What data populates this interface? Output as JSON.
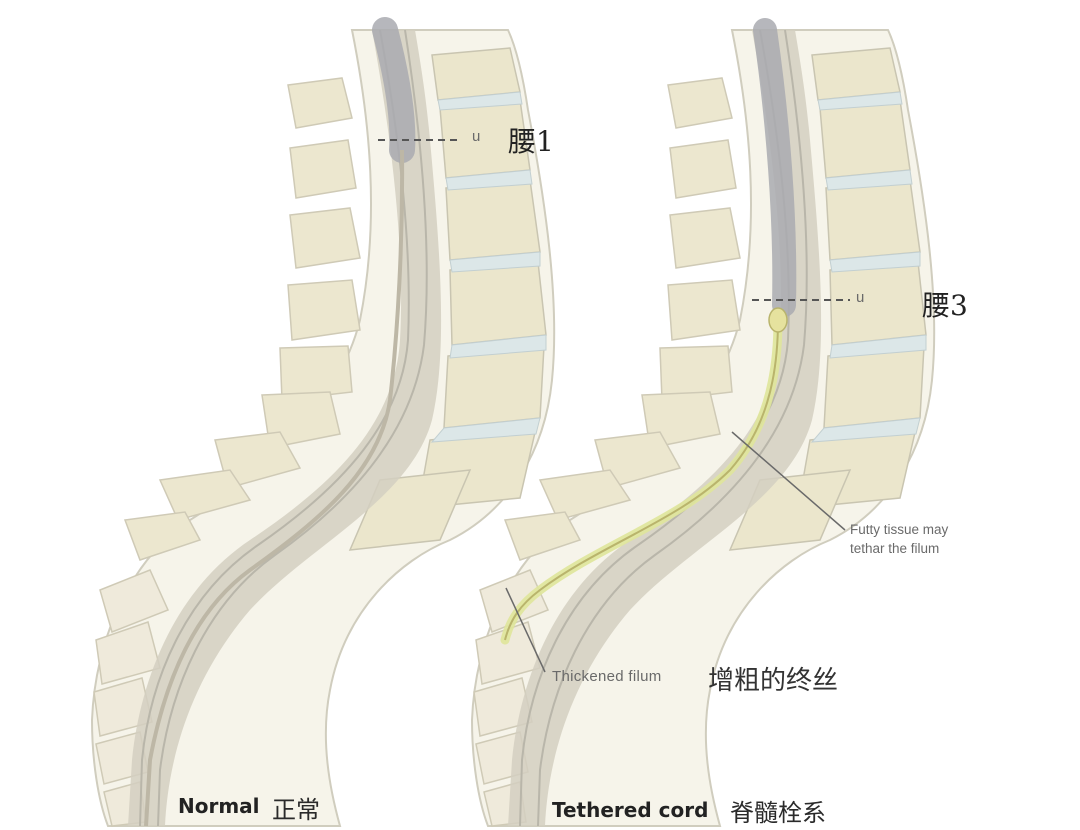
{
  "panels": [
    {
      "caption_en": "Normal",
      "caption_zh": "正常",
      "level_label": "腰1",
      "level_mark": "u"
    },
    {
      "caption_en": "Tethered cord",
      "caption_zh": "脊髓栓系",
      "level_label": "腰3",
      "level_mark": "u",
      "annotations": {
        "fatty_tissue": "Futty tissue may tethar the filum",
        "fatty_tissue_line1": "Futty tissue may",
        "fatty_tissue_line2": "tethar the filum",
        "thickened_filum": "Thickened filum",
        "thickened_filum_zh": "增粗的终丝"
      }
    }
  ],
  "colors": {
    "bone": "#ede8d2",
    "bone_edge": "#c7c4b2",
    "canal": "#cfcbbf",
    "cord": "#a9aab0",
    "disc": "#d8e3e4",
    "fat": "#dfe69a",
    "line": "#6a6a6a"
  }
}
